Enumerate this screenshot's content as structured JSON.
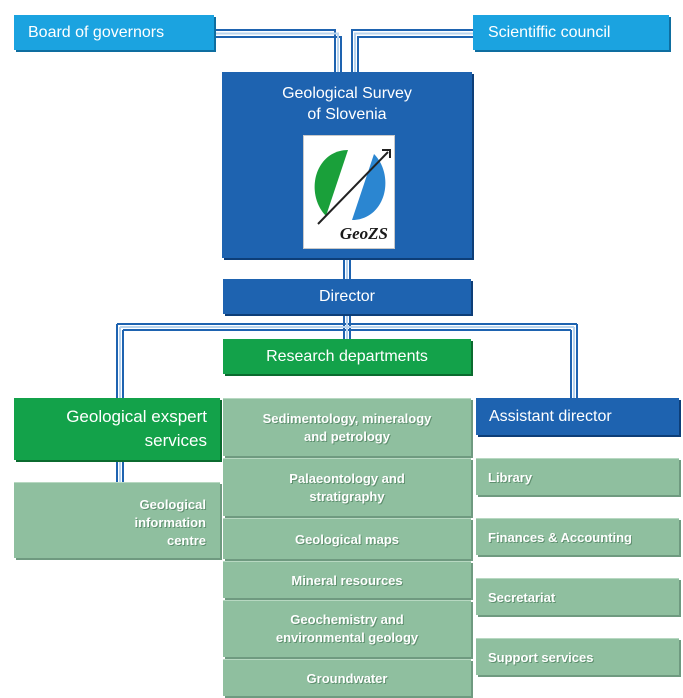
{
  "top": {
    "board": "Board of governors",
    "council": "Scientiffic council"
  },
  "survey": {
    "title_line1": "Geological Survey",
    "title_line2": "of Slovenia",
    "logo_text": "GeoZS"
  },
  "director": "Director",
  "research": "Research departments",
  "expert": {
    "line1": "Geological exspert",
    "line2": "services"
  },
  "info_centre": {
    "line1": "Geological",
    "line2": "information",
    "line3": "centre"
  },
  "departments": [
    {
      "line1": "Sedimentology, mineralogy",
      "line2": "and petrology"
    },
    {
      "line1": "Palaeontology and",
      "line2": "stratigraphy"
    },
    {
      "line1": "Geological maps",
      "line2": ""
    },
    {
      "line1": "Mineral resources",
      "line2": ""
    },
    {
      "line1": "Geochemistry and",
      "line2": "environmental geology"
    },
    {
      "line1": "Groundwater",
      "line2": ""
    }
  ],
  "assistant": "Assistant director",
  "assistant_units": [
    "Library",
    "Finances & Accounting",
    "Secretariat",
    "Support services"
  ],
  "colors": {
    "blue": "#1e63b0",
    "cyan": "#1ba3e0",
    "green": "#13a24a",
    "sage": "#8fbf9f",
    "logo_green": "#1aa03a",
    "logo_blue": "#2b86d1"
  }
}
